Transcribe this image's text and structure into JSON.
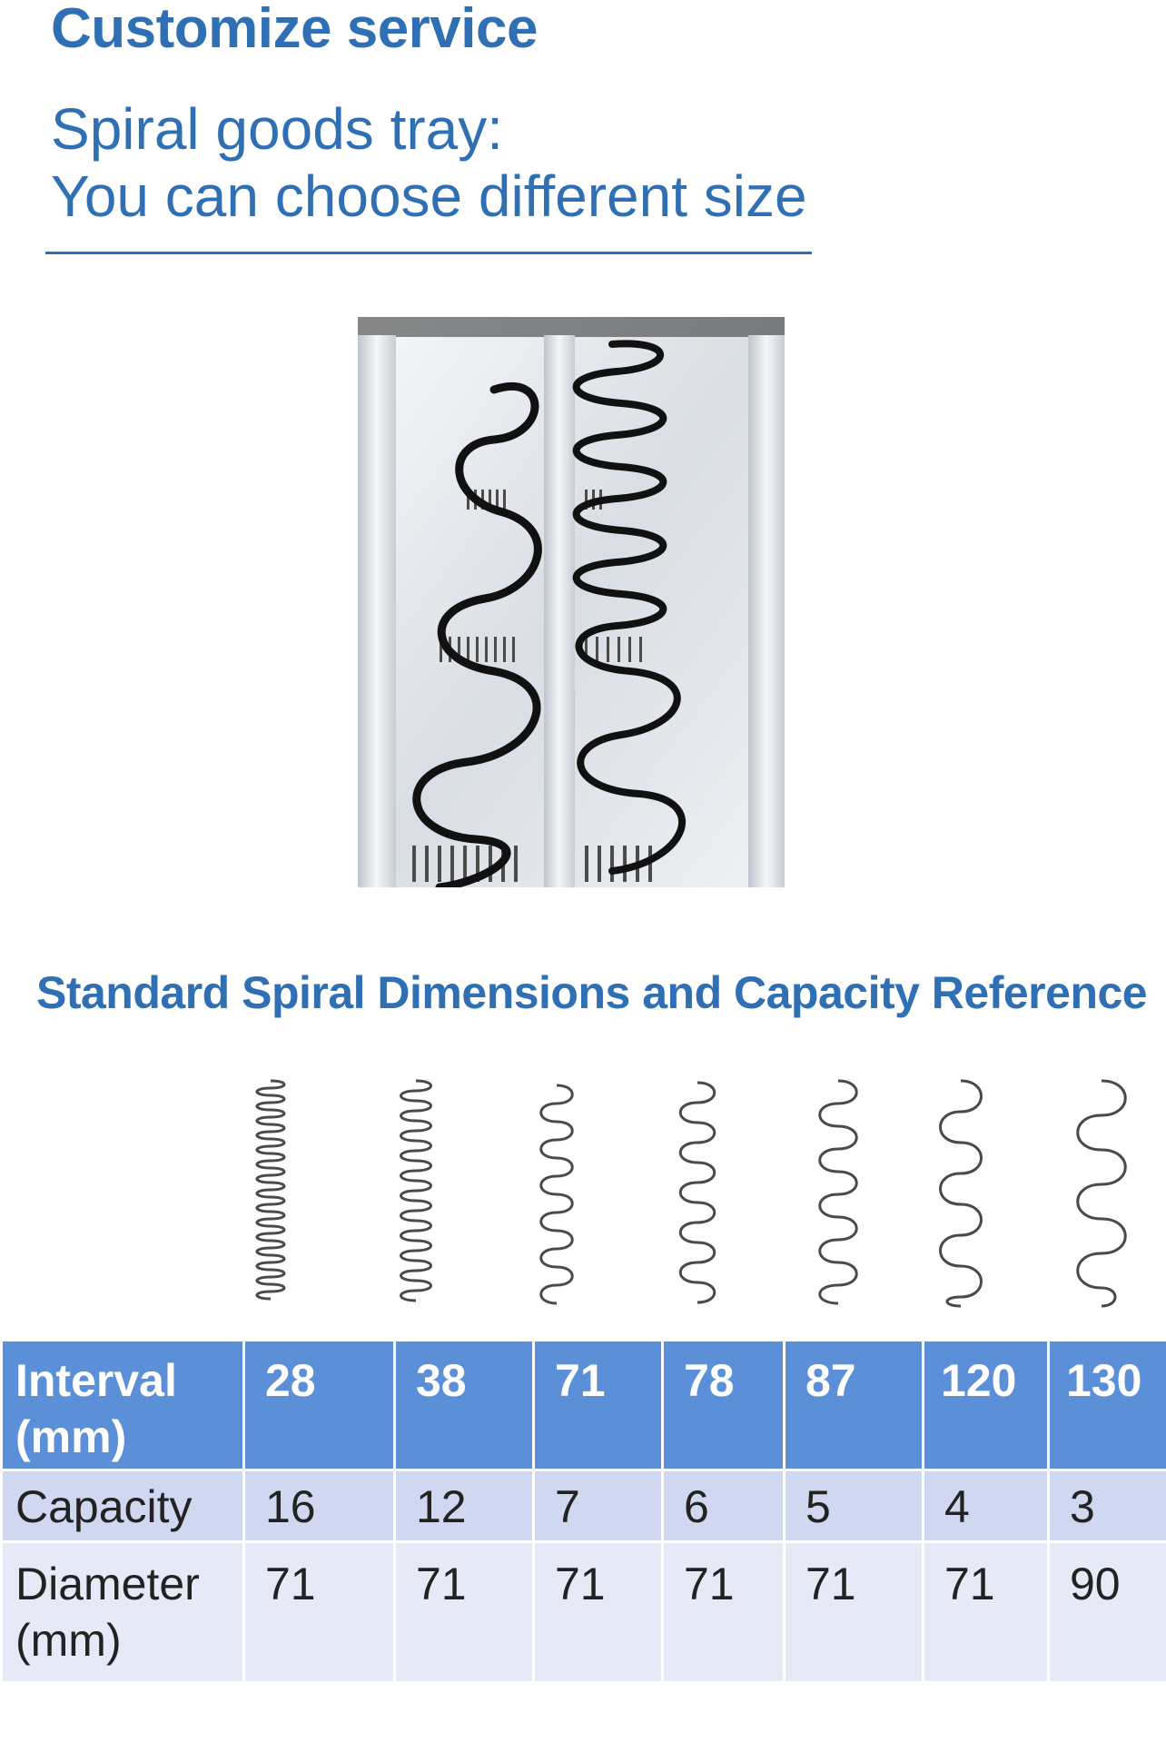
{
  "header": {
    "title": "Customize service",
    "subtitle_line1": "Spiral goods tray:",
    "subtitle_line2": "You can choose different size"
  },
  "section": {
    "title": "Standard Spiral Dimensions and Capacity Reference"
  },
  "table": {
    "header": {
      "label_line1": "Interval",
      "label_line2": "(mm)",
      "values": [
        "28",
        "38",
        "71",
        "78",
        "87",
        "120",
        "130"
      ]
    },
    "capacity": {
      "label": "Capacity",
      "values": [
        "16",
        "12",
        "7",
        "6",
        "5",
        "4",
        "3"
      ]
    },
    "diameter": {
      "label_line1": "Diameter",
      "label_line2": "(mm)",
      "values": [
        "71",
        "71",
        "71",
        "71",
        "71",
        "71",
        "90"
      ]
    }
  },
  "colors": {
    "brand_blue": "#2f6fb4",
    "table_header": "#5b8fd8",
    "row_capacity": "#cfd8f0",
    "row_diameter": "#e6eaf6"
  }
}
